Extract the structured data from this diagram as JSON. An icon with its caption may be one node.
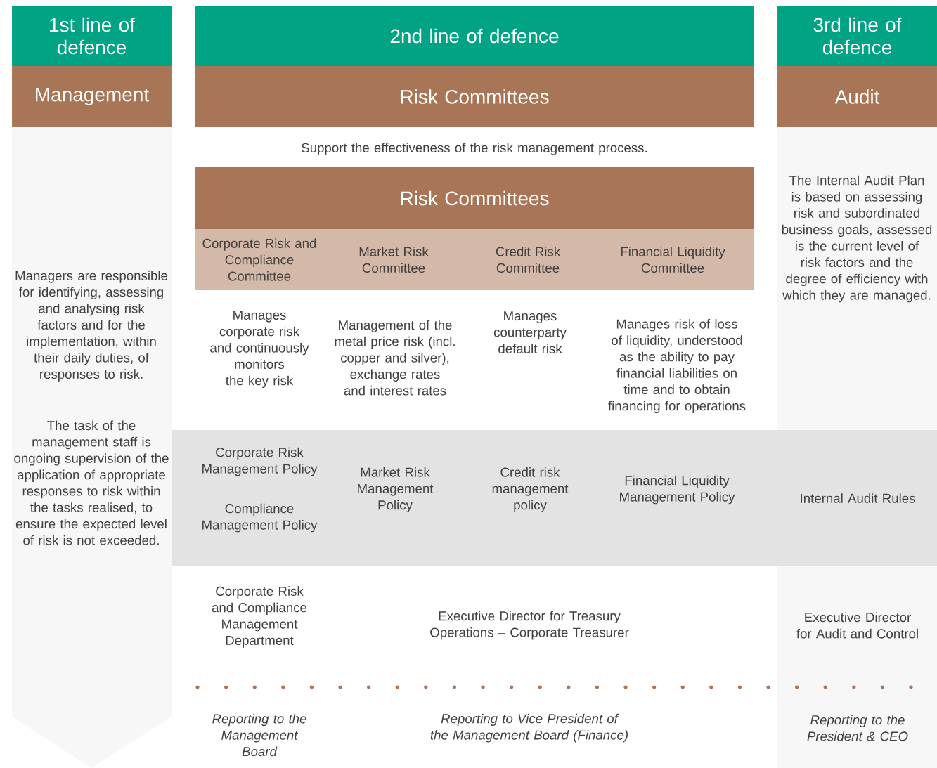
{
  "diagram": {
    "nodes": [
      {
        "text": [
          "1st line of defence"
        ]
      },
      {
        "text": [
          "Management"
        ]
      },
      {
        "text": [
          "Managers are responsible for identifying, assessing and analysing risk factors and for the implementation, within their daily duties, of responses to risk.",
          "The task of the management staff is ongoing supervision of the application of appropriate responses to risk within the tasks realised, to ensure the expected level of risk is not exceeded."
        ]
      },
      {
        "text": [
          "2nd line of defence"
        ]
      },
      {
        "text": [
          "Risk Committees"
        ]
      },
      {
        "text": [
          "Risk Committees"
        ]
      },
      {
        "text": [
          "Corporate Risk and Compliance Committee"
        ]
      },
      {
        "text": [
          "Market Risk Committee"
        ]
      },
      {
        "text": [
          "Credit Risk Committee"
        ]
      },
      {
        "text": [
          "Financial Liquidity Committee"
        ]
      },
      {
        "text": [
          "Corporate Risk Management Policy",
          "Compliance Management Policy",
          "Market Risk Management Policy",
          "Credit risk management policy",
          "Financial Liquidity Management Policy",
          "Internal Audit Rules"
        ]
      },
      {
        "text": [
          "3rd line of defence"
        ]
      },
      {
        "text": [
          "Audit"
        ]
      },
      {
        "text": [
          "The Internal Audit Plan is based on assessing risk and subordinated business goals, assessed is the current level of risk factors and the degree of efficiency with which they are managed."
        ]
      }
    ],
    "labels": [
      "Support the effectiveness of the risk management process.",
      "Manages corporate risk and continuously monitors the key risk",
      "Management of the metal price risk (incl. copper and silver), exchange rates and interest rates",
      "Manages counterparty default risk",
      "Manages risk of loss of liquidity, understood as the ability to pay financial liabilities on time and to obtain financing for operations",
      "Corporate Risk and Compliance Management Department",
      "Executive Director for Treasury Operations – Corporate Treasurer",
      "Executive Director for Audit and Control",
      "Reporting to the Management Board",
      "Reporting to Vice President of the Management Board (Finance)",
      "Reporting to the President & CEO"
    ]
  }
}
